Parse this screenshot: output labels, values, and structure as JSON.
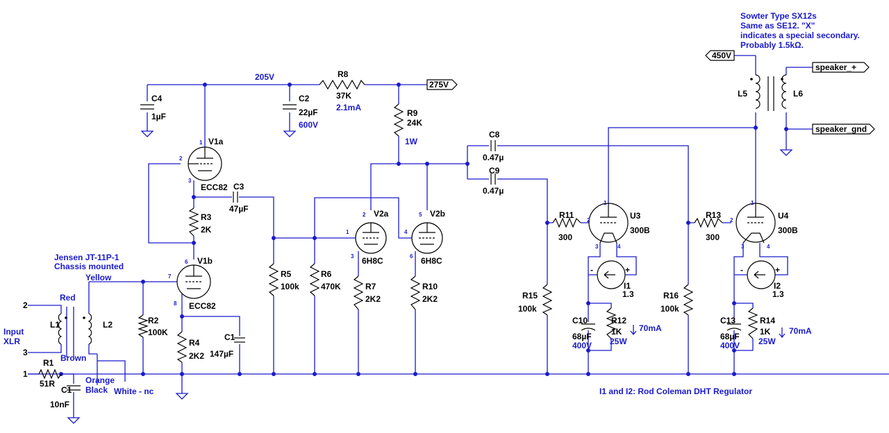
{
  "nets": {
    "n205": "205V",
    "n275": "275V",
    "n450": "450V",
    "spk_pos": "speaker_+",
    "spk_gnd": "speaker_gnd"
  },
  "tubes": {
    "v1a": {
      "name": "V1a",
      "type": "ECC82",
      "pins": [
        "1",
        "2",
        "3"
      ]
    },
    "v1b": {
      "name": "V1b",
      "type": "ECC82",
      "pins": [
        "6",
        "7",
        "8"
      ]
    },
    "v2a": {
      "name": "V2a",
      "type": "6H8C",
      "pins": [
        "2",
        "1",
        "3"
      ]
    },
    "v2b": {
      "name": "V2b",
      "type": "6H8C",
      "pins": [
        "5",
        "4",
        "6"
      ]
    },
    "u3": {
      "name": "U3",
      "type": "300B",
      "pins": [
        "1",
        "2",
        "3",
        "4"
      ]
    },
    "u4": {
      "name": "U4",
      "type": "300B",
      "pins": [
        "1",
        "2",
        "3",
        "4"
      ]
    }
  },
  "resistors": {
    "r1": {
      "ref": "R1",
      "value": "51R"
    },
    "r2": {
      "ref": "R2",
      "value": "100K"
    },
    "r3": {
      "ref": "R3",
      "value": "2K"
    },
    "r4": {
      "ref": "R4",
      "value": "2K2"
    },
    "r5": {
      "ref": "R5",
      "value": "100k"
    },
    "r6": {
      "ref": "R6",
      "value": "470K"
    },
    "r7": {
      "ref": "R7",
      "value": "2K2"
    },
    "r8": {
      "ref": "R8",
      "value": "37K",
      "note": "2.1mA"
    },
    "r9": {
      "ref": "R9",
      "value": "24K",
      "note": "1W"
    },
    "r10": {
      "ref": "R10",
      "value": "2K2"
    },
    "r11": {
      "ref": "R11",
      "value": "300"
    },
    "r12": {
      "ref": "R12",
      "value": "1K",
      "note": "25W"
    },
    "r13": {
      "ref": "R13",
      "value": "300"
    },
    "r14": {
      "ref": "R14",
      "value": "1K",
      "note": "25W"
    },
    "r15": {
      "ref": "R15",
      "value": "100k"
    },
    "r16": {
      "ref": "R16",
      "value": "100k"
    }
  },
  "capacitors": {
    "c1": {
      "ref": "C1",
      "value": "10nF"
    },
    "c1b": {
      "ref": "C1",
      "value": "147µF"
    },
    "c2": {
      "ref": "C2",
      "value": "22µF",
      "note": "600V"
    },
    "c3": {
      "ref": "C3",
      "value": "47µF"
    },
    "c4": {
      "ref": "C4",
      "value": "1µF"
    },
    "c8": {
      "ref": "C8",
      "value": "0.47µ"
    },
    "c9": {
      "ref": "C9",
      "value": "0.47µ"
    },
    "c10": {
      "ref": "C10",
      "value": "68µF",
      "note": "400V"
    },
    "c13": {
      "ref": "C13",
      "value": "68µF",
      "note": "400V"
    }
  },
  "sources": {
    "i1": {
      "ref": "I1",
      "value": "1.3",
      "current": "70mA"
    },
    "i2": {
      "ref": "I2",
      "value": "1.3",
      "current": "70mA"
    }
  },
  "input_tx": {
    "l1": "L1",
    "l2": "L2",
    "title_1": "Jensen JT-11P-1",
    "title_2": "Chassis mounted",
    "yellow": "Yellow",
    "red": "Red",
    "brown": "Brown",
    "orange": "Orange",
    "black": "Black",
    "white": "White -  nc",
    "pin2": "2",
    "pin3": "3",
    "pin1": "1",
    "input_1": "Input",
    "input_2": "XLR"
  },
  "output_tx": {
    "l5": "L5",
    "l6": "L6",
    "note_1": "Sowter Type SX12s",
    "note_2": "Same as SE12.  \"X\"",
    "note_3": "indicates a special secondary.",
    "note_4": "Probably 1.5kΩ."
  },
  "footer_note": "I1 and I2: Rod Coleman DHT Regulator",
  "colors": {
    "wire": "#1a1acc",
    "component": "#000000",
    "background": "#ffffff"
  }
}
